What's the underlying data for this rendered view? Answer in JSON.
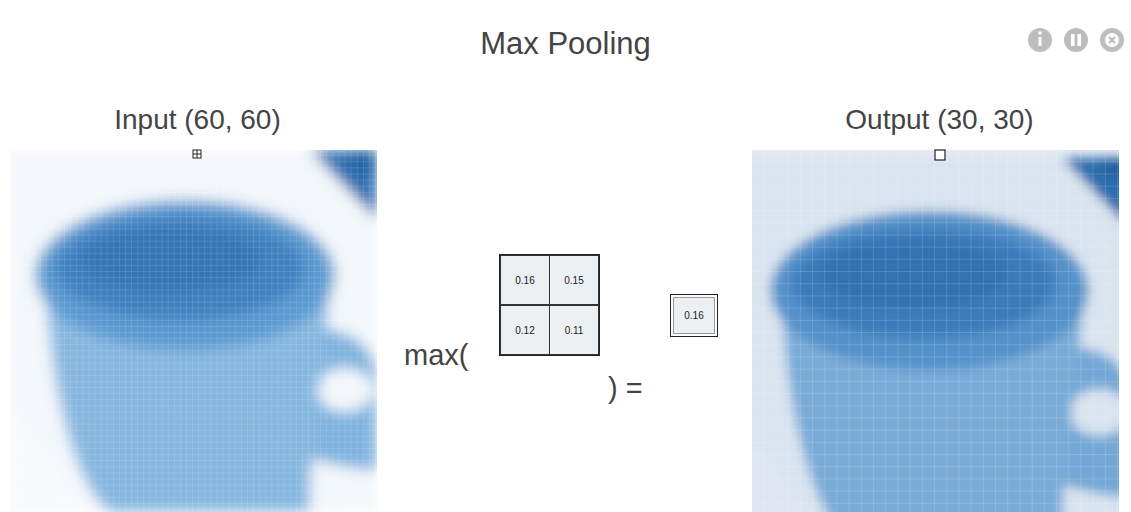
{
  "diagram": {
    "title": "Max Pooling",
    "nodes": [
      {
        "text": [
          "Input (60, 60)"
        ]
      },
      {
        "text": [
          "Output (30, 30)"
        ]
      },
      {
        "text": [
          "0.16"
        ]
      },
      {
        "text": [
          "0.15"
        ]
      },
      {
        "text": [
          "0.12"
        ]
      },
      {
        "text": [
          "0.11"
        ]
      },
      {
        "text": [
          "0.16"
        ]
      }
    ],
    "labels": [
      "max(",
      ") ="
    ]
  }
}
